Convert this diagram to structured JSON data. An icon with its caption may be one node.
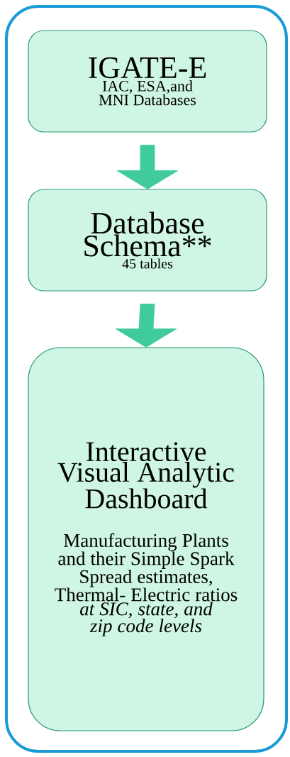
{
  "diagram": {
    "nodes": [
      {
        "text": [],
        "shape": "box"
      },
      {
        "text": [
          "IGATE-E",
          "IAC, ESA,and MNI Databases"
        ],
        "in": 0
      },
      {
        "text": [
          "Database Schema**",
          "45 tables"
        ],
        "in": 0
      },
      {
        "text": [
          "Interactive Visual Analytic Dashboard",
          "Manufacturing Plants and their Simple Spark Spread estimates, Thermal- Electric ratios",
          "at SIC, state, and zip code levels"
        ],
        "in": 0
      }
    ],
    "edges": [
      {
        "from": 1,
        "to": 2,
        "arrow": "to"
      },
      {
        "from": 2,
        "to": 3,
        "arrow": "to"
      }
    ]
  }
}
